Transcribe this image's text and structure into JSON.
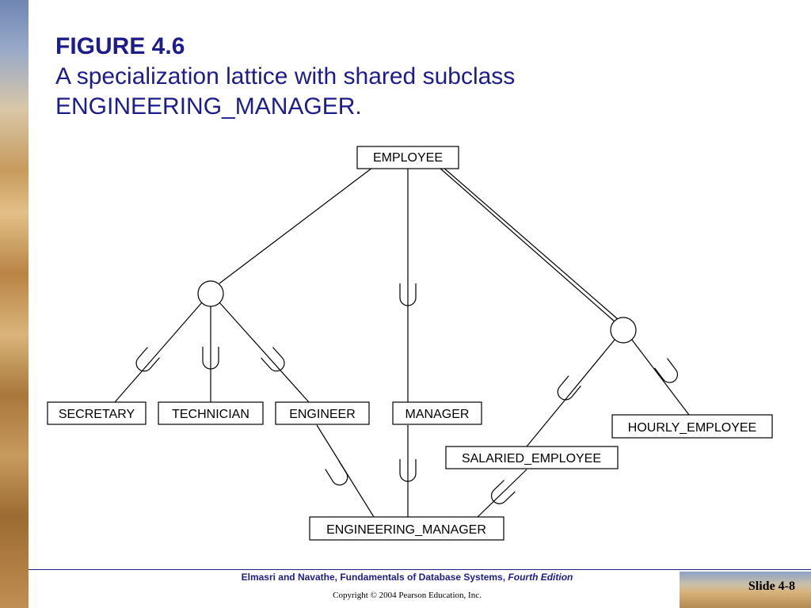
{
  "slide": {
    "figure_title": "FIGURE 4.6",
    "caption_line1": "A specialization lattice with shared subclass",
    "caption_line2": "ENGINEERING_MANAGER."
  },
  "diagram": {
    "nodes": {
      "employee": "EMPLOYEE",
      "secretary": "SECRETARY",
      "technician": "TECHNICIAN",
      "engineer": "ENGINEER",
      "manager": "MANAGER",
      "salaried_employee": "SALARIED_EMPLOYEE",
      "hourly_employee": "HOURLY_EMPLOYEE",
      "engineering_manager": "ENGINEERING_MANAGER"
    }
  },
  "footer": {
    "book": "Elmasri and Navathe, Fundamentals of Database Systems, ",
    "edition": "Fourth Edition",
    "copyright": "Copyright © 2004 Pearson Education, Inc.",
    "slide_number": "Slide 4-8"
  }
}
